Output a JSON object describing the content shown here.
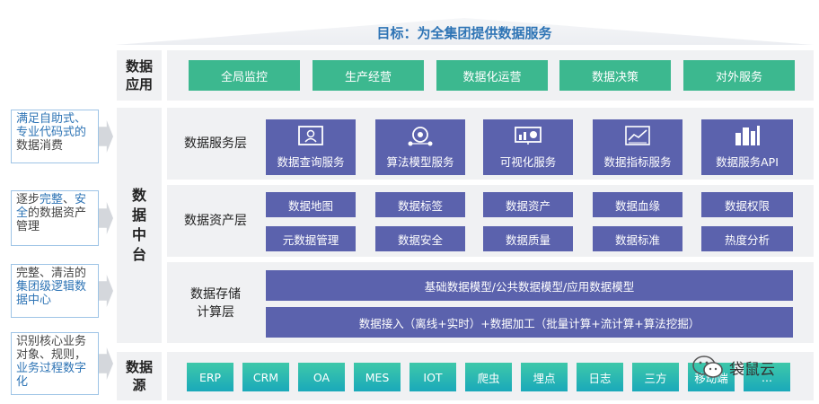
{
  "goal": "目标：为全集团提供数据服务",
  "lanes": {
    "apps": "数据\n应用",
    "platform": "数\n据\n中\n台",
    "source": "数据\n源"
  },
  "apps": [
    "全局监控",
    "生产经营",
    "数据化运营",
    "数据决策",
    "对外服务"
  ],
  "layers": {
    "service": "数据服务层",
    "asset": "数据资产层",
    "storage": "数据存储\n计算层"
  },
  "services": [
    {
      "label": "数据查询服务",
      "icon": "query-icon"
    },
    {
      "label": "算法模型服务",
      "icon": "algorithm-icon"
    },
    {
      "label": "可视化服务",
      "icon": "visualization-icon"
    },
    {
      "label": "数据指标服务",
      "icon": "indicator-icon"
    },
    {
      "label": "数据服务API",
      "icon": "api-icon"
    }
  ],
  "assets_row1": [
    "数据地图",
    "数据标签",
    "数据资产",
    "数据血缘",
    "数据权限"
  ],
  "assets_row2": [
    "元数据管理",
    "数据安全",
    "数据质量",
    "数据标准",
    "热度分析"
  ],
  "storage": {
    "models": "基础数据模型/公共数据模型/应用数据模型",
    "pipeline": "数据接入（离线+实时）+数据加工（批量计算+流计算+算法挖掘）"
  },
  "sources": [
    "ERP",
    "CRM",
    "OA",
    "MES",
    "IOT",
    "爬虫",
    "埋点",
    "日志",
    "三方",
    "移动端",
    "..."
  ],
  "notes": [
    {
      "parts": [
        {
          "t": "满足自助式、专业代码式的",
          "hl": true
        },
        {
          "t": "数据消费",
          "hl": false
        }
      ]
    },
    {
      "parts": [
        {
          "t": "逐步",
          "hl": false
        },
        {
          "t": "完整",
          "hl": true
        },
        {
          "t": "、",
          "hl": false
        },
        {
          "t": "安全",
          "hl": true
        },
        {
          "t": "的数据资产管理",
          "hl": false
        }
      ]
    },
    {
      "parts": [
        {
          "t": "完整、清洁的",
          "hl": false
        },
        {
          "t": "集团级逻辑数据中心",
          "hl": true
        }
      ]
    },
    {
      "parts": [
        {
          "t": "识别核心业务对象、规则，",
          "hl": false
        },
        {
          "t": "业务过程数字化",
          "hl": true
        }
      ]
    }
  ],
  "watermark": "袋鼠云",
  "colors": {
    "green": "#3cb88f",
    "purple": "#5b62ad",
    "teal": "#1aa9ba",
    "title_blue": "#2e74b5"
  }
}
